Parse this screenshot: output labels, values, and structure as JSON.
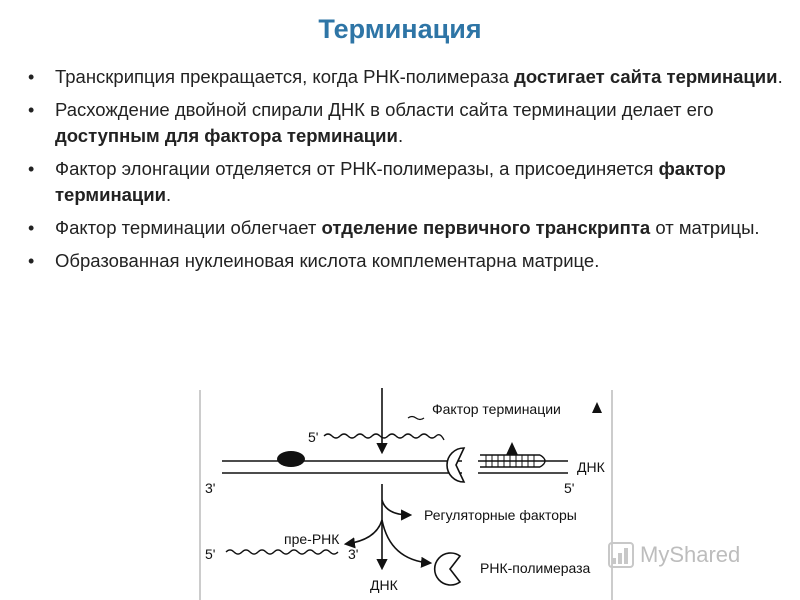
{
  "slide": {
    "title": "Терминация",
    "bullets": [
      {
        "parts": [
          {
            "text": "Транскрипция прекращается, когда РНК-полимераза ",
            "bold": false
          },
          {
            "text": "достигает сайта терминации",
            "bold": true
          },
          {
            "text": ".",
            "bold": false
          }
        ]
      },
      {
        "parts": [
          {
            "text": "Расхождение двойной спирали ДНК в области сайта терминации делает его ",
            "bold": false
          },
          {
            "text": "доступным для фактора терминации",
            "bold": true
          },
          {
            "text": ".",
            "bold": false
          }
        ]
      },
      {
        "parts": [
          {
            "text": "Фактор элонгации отделяется от РНК-полимеразы, а присоединяется ",
            "bold": false
          },
          {
            "text": "фактор терминации",
            "bold": true
          },
          {
            "text": ".",
            "bold": false
          }
        ]
      },
      {
        "parts": [
          {
            "text": "Фактор терминации облегчает ",
            "bold": false
          },
          {
            "text": "отделение первичного транскрипта",
            "bold": true
          },
          {
            "text": " от матрицы.",
            "bold": false
          }
        ]
      },
      {
        "parts": [
          {
            "text": "Образованная нуклеиновая кислота комплементарна матрице.",
            "bold": false
          }
        ]
      }
    ]
  },
  "diagram": {
    "label_termination_factor": "Фактор терминации",
    "label_5prime_top": "5'",
    "label_3prime_left": "3'",
    "label_5prime_right": "5'",
    "label_dna_right": "ДНК",
    "label_regulatory": "Регуляторные факторы",
    "label_pre_rna": "пре-РНК",
    "label_5prime_bottom": "5'",
    "label_3prime_bottom": "3'",
    "label_rna_polymerase": "РНК-полимераза",
    "label_dna_bottom": "ДНК"
  },
  "watermark": {
    "text": "MyShared"
  }
}
